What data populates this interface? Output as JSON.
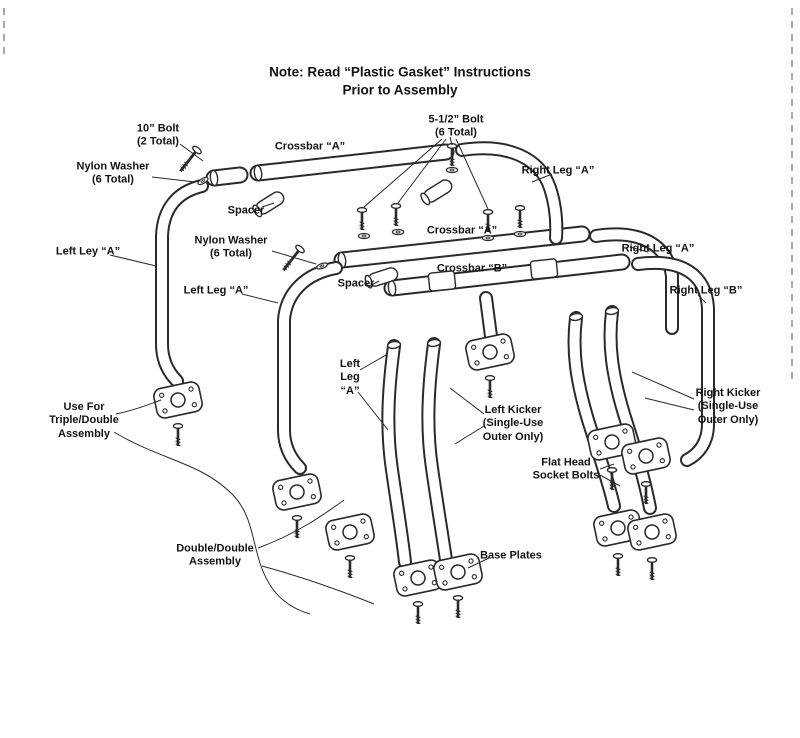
{
  "title": {
    "text": "Note: Read “Plastic Gasket” Instructions\nPrior to Assembly"
  },
  "labels": {
    "bolt_10": "10” Bolt\n(2 Total)",
    "bolt_5half": "5-1/2” Bolt\n(6 Total)",
    "nylon_washer_top": "Nylon Washer\n(6 Total)",
    "crossbar_a_top": "Crossbar “A”",
    "right_leg_a_top": "Right Leg “A”",
    "spacer_top": "Spacer",
    "crossbar_a_mid": "Crossbar “A”",
    "nylon_washer_mid": "Nylon Washer\n(6 Total)",
    "right_leg_a_mid": "Right Leg “A”",
    "left_ley_a": "Left Ley “A”",
    "crossbar_b": "Crossbar “B”",
    "spacer_mid": "Spacer",
    "left_leg_a": "Left Leg “A”",
    "right_leg_b": "Right Leg “B”",
    "left_leg_a_stack": "Left\nLeg\n“A”",
    "use_for": "Use For\nTriple/Double\nAssembly",
    "left_kicker": "Left Kicker\n(Single-Use\nOuter Only)",
    "right_kicker": "Right Kicker\n(Single-Use\nOuter Only)",
    "flat_head": "Flat Head\nSocket Bolts",
    "double_double": "Double/Double\nAssembly",
    "base_plates": "Base Plates"
  }
}
